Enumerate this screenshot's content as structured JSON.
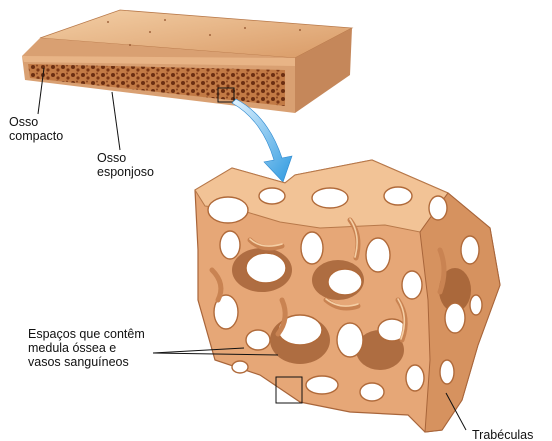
{
  "labels": {
    "compact": [
      "Osso",
      "compacto"
    ],
    "spongy": [
      "Osso",
      "esponjoso"
    ],
    "spaces": [
      "Espaços que contêm",
      "medula óssea e",
      "vasos sanguíneos"
    ],
    "trabeculae": "Trabéculas"
  },
  "colors": {
    "bone_light": "#f2c396",
    "bone_mid": "#e0a06c",
    "bone_dark": "#a8653a",
    "cavity": "#ffffff",
    "pore": "#6b2e12",
    "arrow": "#3fa8e8",
    "leader": "#111111"
  }
}
